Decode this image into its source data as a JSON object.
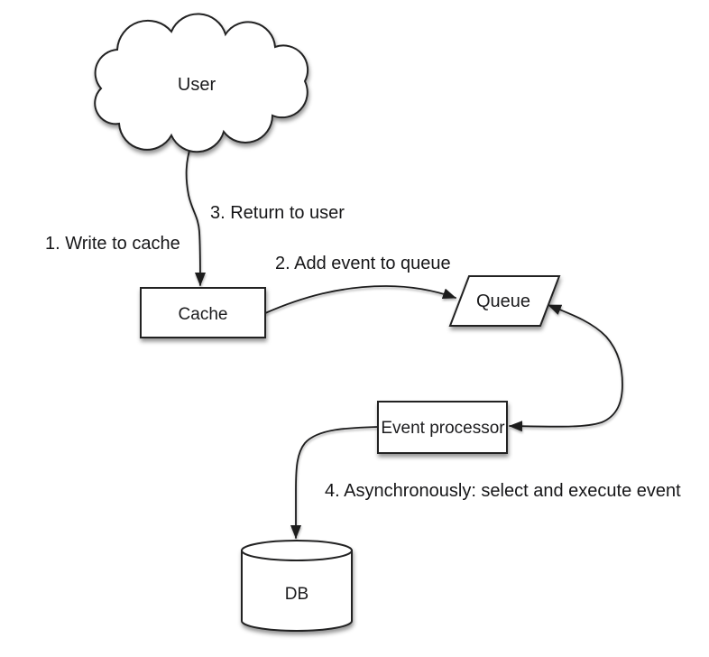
{
  "diagram": {
    "background": "#ffffff",
    "stroke_color": "#222224",
    "text_color": "#1b1b1d",
    "nodes": {
      "user": {
        "label": "User",
        "shape": "cloud"
      },
      "cache": {
        "label": "Cache",
        "shape": "rectangle"
      },
      "queue": {
        "label": "Queue",
        "shape": "parallelogram"
      },
      "event_processor": {
        "label": "Event processor",
        "shape": "rectangle"
      },
      "db": {
        "label": "DB",
        "shape": "cylinder"
      }
    },
    "steps": {
      "step1": "1. Write to cache",
      "step2": "2. Add event to queue",
      "step3": "3. Return to user",
      "step4": "4. Asynchronously: select and execute event"
    },
    "edges": [
      {
        "from": "user",
        "to": "cache"
      },
      {
        "from": "cache",
        "to": "queue"
      },
      {
        "from": "queue",
        "to": "event_processor",
        "bidirectional": true
      },
      {
        "from": "event_processor",
        "to": "db"
      }
    ]
  }
}
